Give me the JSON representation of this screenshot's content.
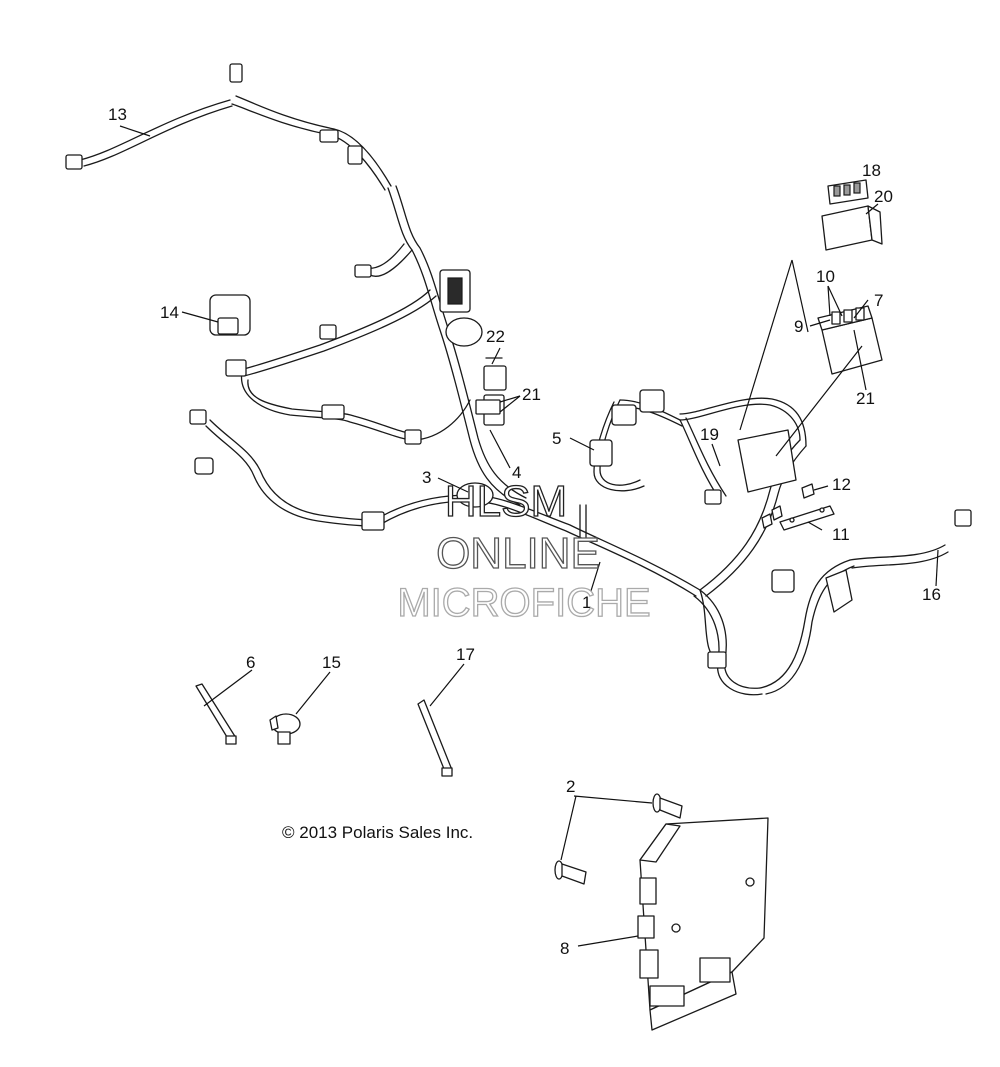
{
  "diagram": {
    "callouts": [
      "1",
      "2",
      "3",
      "4",
      "5",
      "6",
      "7",
      "8",
      "9",
      "10",
      "11",
      "12",
      "13",
      "14",
      "15",
      "16",
      "17",
      "18",
      "19",
      "20",
      "21",
      "21",
      "22"
    ],
    "watermark": {
      "line1": "HLSM",
      "line2": "ONLINE",
      "line3": "MICROFICHE"
    },
    "copyright": "© 2013 Polaris Sales Inc."
  }
}
